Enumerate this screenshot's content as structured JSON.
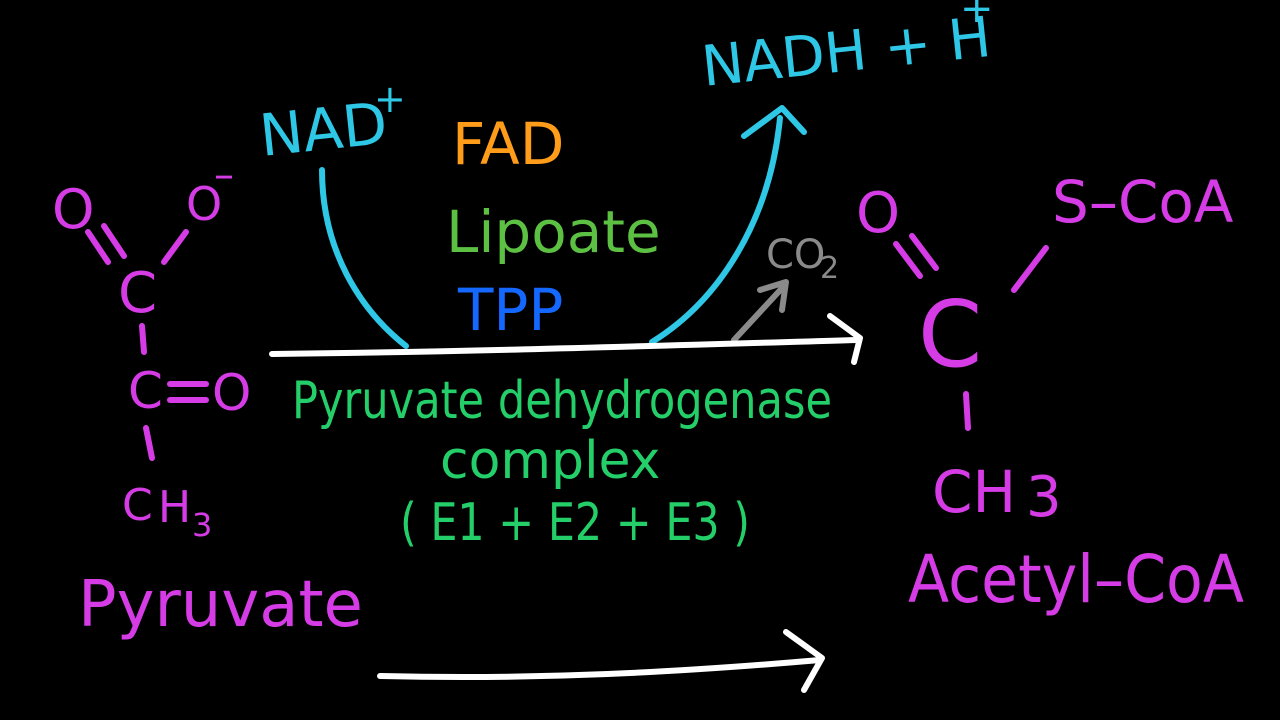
{
  "colors": {
    "background": "#000000",
    "molecule": "#d63ce6",
    "cofactor_nad": "#2fc7e6",
    "fad": "#ff9c1a",
    "lipoate": "#5cc142",
    "tpp": "#1467ff",
    "enzyme": "#24cf6a",
    "co2": "#8a8a8a",
    "arrow": "#ffffff"
  },
  "pyruvate": {
    "top_o": "O",
    "o_minus": "O",
    "minus": "–",
    "c1": "C",
    "c2": "C",
    "eq_o": "O",
    "ch3_c": "C",
    "ch3_h": "H",
    "ch3_sub": "3",
    "name": "Pyruvate"
  },
  "cofactors": {
    "nad_in": "NAD",
    "nad_plus": "+",
    "fad": "FAD",
    "lipoate": "Lipoate",
    "tpp": "TPP",
    "nadh_out": "NADH + H",
    "nadh_plus": "+",
    "co2": "CO",
    "co2_sub": "2"
  },
  "enzyme": {
    "line1": "Pyruvate dehydrogenase",
    "line2": "complex",
    "line3": "( E1 + E2 + E3 )"
  },
  "acetyl_coa": {
    "o": "O",
    "scoa": "S–CoA",
    "c": "C",
    "ch3": "CH",
    "ch3_sub": "3",
    "name": "Acetyl–CoA"
  }
}
